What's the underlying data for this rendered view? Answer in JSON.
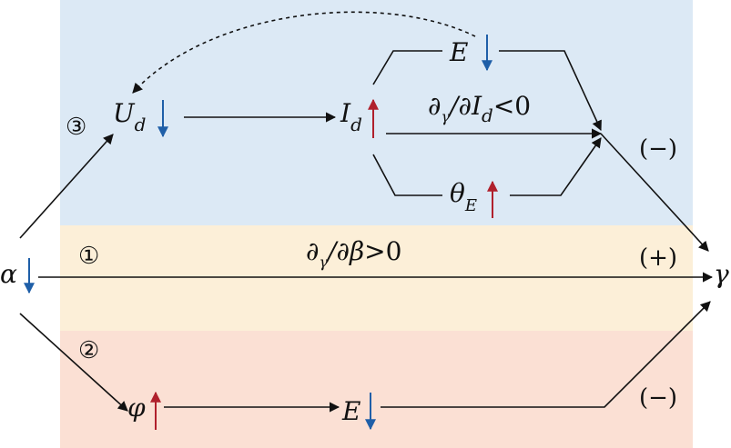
{
  "colors": {
    "band_top": "#dce9f5",
    "band_middle": "#fcefd8",
    "band_bottom": "#fbe0d4",
    "arrow_down": "#1f5fa8",
    "arrow_up": "#b0202c",
    "line": "#111111"
  },
  "paths": {
    "p3_label": "③",
    "p1_label": "①",
    "p2_label": "②"
  },
  "nodes": {
    "alpha": "α",
    "gamma": "γ",
    "ud_main": "U",
    "ud_sub": "d",
    "id_main": "I",
    "id_sub": "d",
    "e_top": "E",
    "theta_main": "θ",
    "theta_sub": "E",
    "phi": "φ",
    "e_bottom": "E"
  },
  "relations": {
    "top_partial": "∂",
    "top_gamma_sub": "γ",
    "top_mid": "/∂",
    "top_var": "I",
    "top_var_sub": "d",
    "top_cmp": "<0",
    "mid_partial": "∂",
    "mid_gamma_sub": "γ",
    "mid_mid": "/∂β",
    "mid_cmp": ">0"
  },
  "signs": {
    "top": "(−)",
    "middle": "(+)",
    "bottom": "(−)"
  },
  "trends": {
    "alpha": "down",
    "ud": "down",
    "id": "up",
    "e_top": "down",
    "theta_e": "up",
    "phi": "up",
    "e_bottom": "down"
  }
}
